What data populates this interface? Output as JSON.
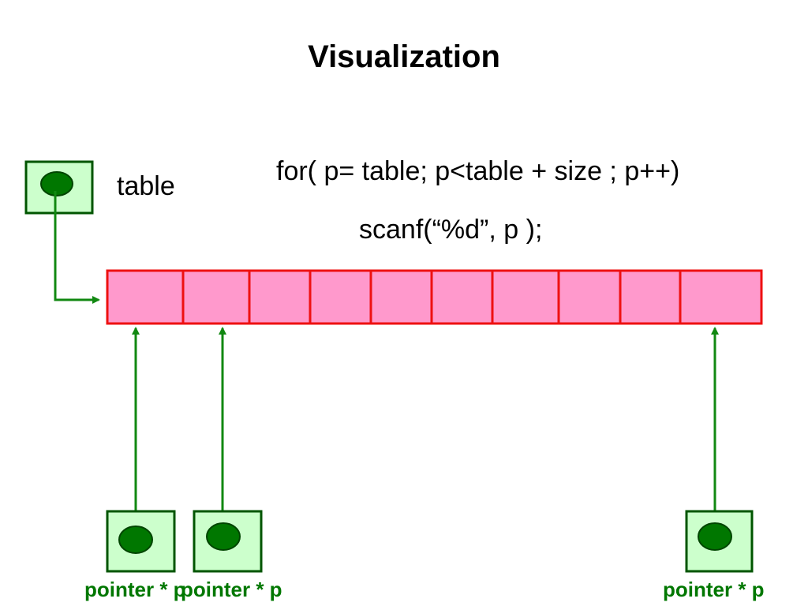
{
  "title": "Visualization",
  "code": {
    "line1": "for( p= table; p<table + size ; p++)",
    "line2": "scanf(“%d”, p );"
  },
  "table_label": "table",
  "array": {
    "cell_count": 10
  },
  "pointer_labels": [
    "pointer * p",
    "pointer * p",
    "pointer * p"
  ],
  "colors": {
    "box_fill": "#ccffcc",
    "box_stroke": "#005500",
    "dot_fill": "#007700",
    "arrow": "#118811",
    "cell_fill": "#ff99cc",
    "cell_stroke": "#ee1111",
    "label_green": "#007700"
  }
}
